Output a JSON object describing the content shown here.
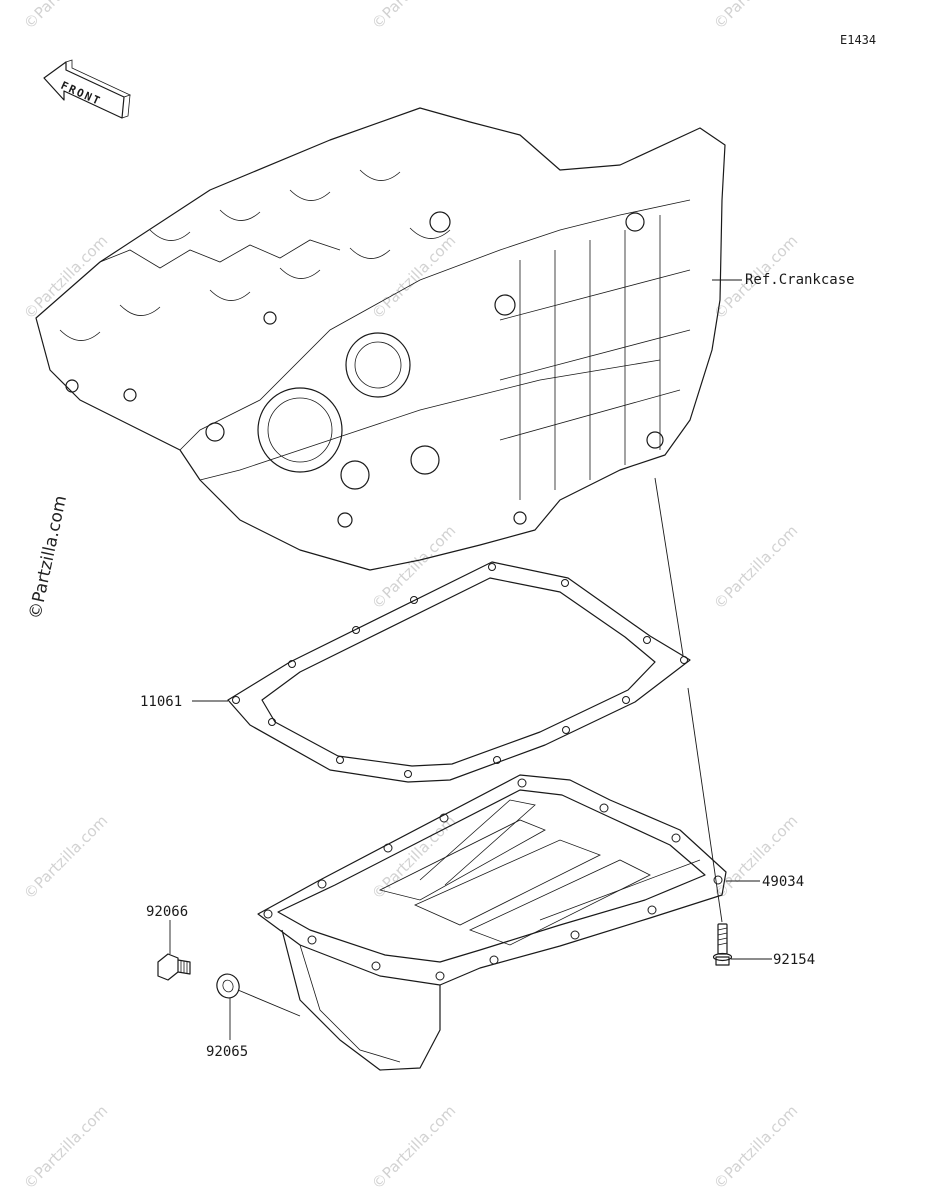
{
  "diagram_code": "E1434",
  "front_arrow": {
    "label": "FRONT",
    "icon": "front-direction-arrow-icon"
  },
  "watermark": {
    "text": "©Partzilla.com"
  },
  "reference": {
    "label": "Ref.Crankcase"
  },
  "parts": [
    {
      "number": "11061",
      "name_icon": "oil-pan-gasket"
    },
    {
      "number": "49034",
      "name_icon": "oil-pan"
    },
    {
      "number": "92154",
      "name_icon": "bolt"
    },
    {
      "number": "92066",
      "name_icon": "drain-plug"
    },
    {
      "number": "92065",
      "name_icon": "washer"
    }
  ],
  "colors": {
    "line": "#1a1a1a",
    "watermark": "#d2d2d2",
    "background": "#ffffff"
  }
}
